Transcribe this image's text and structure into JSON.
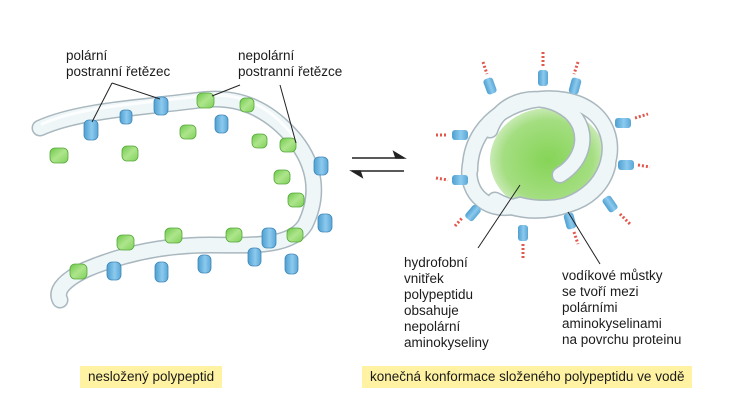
{
  "labels": {
    "polar_side_chain": "polární\npostranní řetězec",
    "nonpolar_side_chains": "nepolární\npostranní řetězce",
    "hydrophobic_core": "hydrofobní\nvnitřek\npolypeptidu\nobsahuje\nnepolární\naminokyseliny",
    "hydrogen_bonds": "vodíkové můstky\nse tvoří mezi\npolárními\naminokyselinami\nna povrchu proteinu"
  },
  "captions": {
    "unfolded": "nesložený polypeptid",
    "folded": "konečná konformace složeného polypeptidu ve vodě"
  },
  "colors": {
    "polar": "#6fb6e0",
    "nonpolar": "#8fd66a",
    "backbone_fill": "#eef6f8",
    "backbone_stroke": "#aab8c0",
    "caption_bg": "#fff3a3",
    "hbond_red": "#e2574c"
  }
}
